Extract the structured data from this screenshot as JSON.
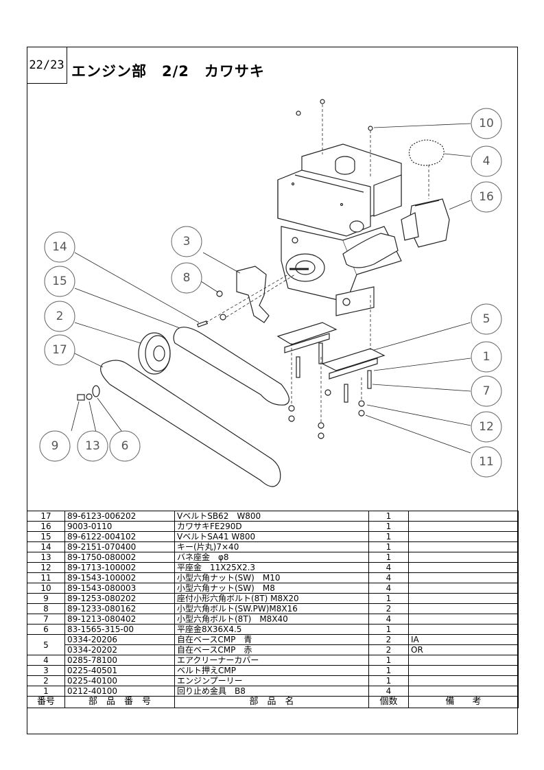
{
  "page": {
    "number": "22/23",
    "title": "エンジン部　2/2　カワサキ"
  },
  "callouts": [
    "10",
    "4",
    "16",
    "3",
    "14",
    "8",
    "15",
    "2",
    "17",
    "5",
    "1",
    "7",
    "12",
    "11",
    "9",
    "13",
    "6"
  ],
  "table": {
    "headers": {
      "no": "番号",
      "part_number": "部　品　番　号",
      "part_name": "部　品　名",
      "qty": "個数",
      "remarks": "備　　考"
    },
    "rows": [
      {
        "no": "17",
        "part_number": "89-6123-006202",
        "part_name": "VベルトSB62　W800",
        "qty": "1",
        "remarks": ""
      },
      {
        "no": "16",
        "part_number": "9003-0110",
        "part_name": "カワサキFE290D",
        "qty": "1",
        "remarks": ""
      },
      {
        "no": "15",
        "part_number": "89-6122-004102",
        "part_name": "VベルトSA41 W800",
        "qty": "1",
        "remarks": ""
      },
      {
        "no": "14",
        "part_number": "89-2151-070400",
        "part_name": "キー(片丸)7×40",
        "qty": "1",
        "remarks": ""
      },
      {
        "no": "13",
        "part_number": "89-1750-080002",
        "part_name": "バネ座金　φ8",
        "qty": "1",
        "remarks": ""
      },
      {
        "no": "12",
        "part_number": "89-1713-100002",
        "part_name": "平座金　11X25X2.3",
        "qty": "4",
        "remarks": ""
      },
      {
        "no": "11",
        "part_number": "89-1543-100002",
        "part_name": "小型六角ナット(SW)　M10",
        "qty": "4",
        "remarks": ""
      },
      {
        "no": "10",
        "part_number": "89-1543-080003",
        "part_name": "小型六角ナット(SW)　M8",
        "qty": "4",
        "remarks": ""
      },
      {
        "no": "9",
        "part_number": "89-1253-080202",
        "part_name": "座付小形六角ボルト(8T) M8X20",
        "qty": "1",
        "remarks": ""
      },
      {
        "no": "8",
        "part_number": "89-1233-080162",
        "part_name": "小型六角ボルト(SW.PW)M8X16",
        "qty": "2",
        "remarks": ""
      },
      {
        "no": "7",
        "part_number": "89-1213-080402",
        "part_name": "小型六角ボルト(8T)　M8X40",
        "qty": "4",
        "remarks": ""
      },
      {
        "no": "6",
        "part_number": "83-1565-315-00",
        "part_name": "平座金8X36X4.5",
        "qty": "1",
        "remarks": ""
      },
      {
        "no": "5",
        "part_number": "0334-20206",
        "part_name": "自在ベースCMP　青",
        "qty": "2",
        "remarks": "IA",
        "sub": {
          "part_number": "0334-20202",
          "part_name": "自在ベースCMP　赤",
          "qty": "2",
          "remarks": "OR"
        }
      },
      {
        "no": "4",
        "part_number": "0285-78100",
        "part_name": "エアクリーナーカバー",
        "qty": "1",
        "remarks": ""
      },
      {
        "no": "3",
        "part_number": "0225-40501",
        "part_name": "ベルト押えCMP",
        "qty": "1",
        "remarks": ""
      },
      {
        "no": "2",
        "part_number": "0225-40100",
        "part_name": "エンジンプーリー",
        "qty": "1",
        "remarks": ""
      },
      {
        "no": "1",
        "part_number": "0212-40100",
        "part_name": "回り止め金具　B8",
        "qty": "4",
        "remarks": ""
      }
    ]
  }
}
